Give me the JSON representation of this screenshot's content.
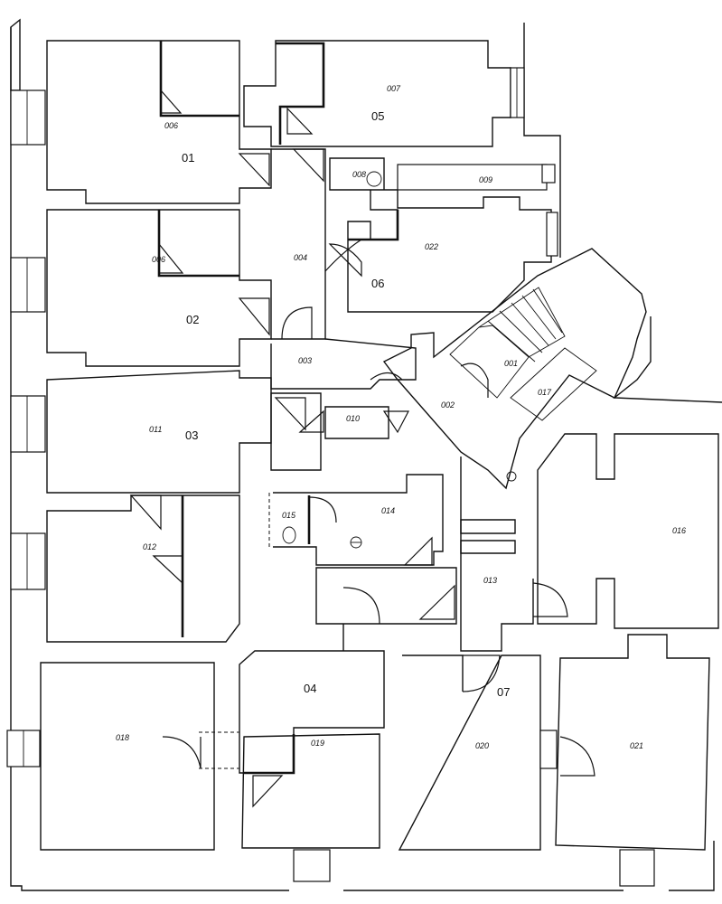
{
  "rooms": [
    {
      "id": "006a",
      "label": "006"
    },
    {
      "id": "006b",
      "label": "006"
    },
    {
      "id": "007",
      "label": "007"
    },
    {
      "id": "008",
      "label": "008"
    },
    {
      "id": "009",
      "label": "009"
    },
    {
      "id": "022",
      "label": "022"
    },
    {
      "id": "004",
      "label": "004"
    },
    {
      "id": "003",
      "label": "003"
    },
    {
      "id": "001",
      "label": "001"
    },
    {
      "id": "002",
      "label": "002"
    },
    {
      "id": "017",
      "label": "017"
    },
    {
      "id": "010",
      "label": "010"
    },
    {
      "id": "011",
      "label": "011"
    },
    {
      "id": "012",
      "label": "012"
    },
    {
      "id": "015",
      "label": "015"
    },
    {
      "id": "014",
      "label": "014"
    },
    {
      "id": "013",
      "label": "013"
    },
    {
      "id": "016",
      "label": "016"
    },
    {
      "id": "018",
      "label": "018"
    },
    {
      "id": "019",
      "label": "019"
    },
    {
      "id": "020",
      "label": "020"
    },
    {
      "id": "021",
      "label": "021"
    }
  ],
  "units": [
    {
      "id": "01",
      "label": "01"
    },
    {
      "id": "02",
      "label": "02"
    },
    {
      "id": "03",
      "label": "03"
    },
    {
      "id": "04",
      "label": "04"
    },
    {
      "id": "05",
      "label": "05"
    },
    {
      "id": "06",
      "label": "06"
    },
    {
      "id": "07",
      "label": "07"
    }
  ]
}
